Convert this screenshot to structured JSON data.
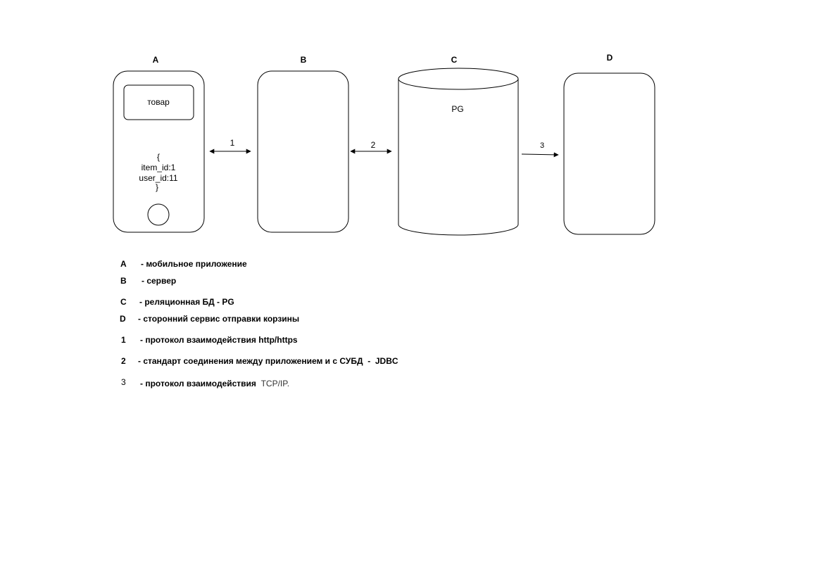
{
  "nodes": {
    "a": {
      "label": "A",
      "card_text": "товар",
      "payload_lines": [
        "{",
        "item_id:1",
        "user_id:11",
        "}"
      ]
    },
    "b": {
      "label": "B"
    },
    "c": {
      "label": "C",
      "inner_text": "PG"
    },
    "d": {
      "label": "D"
    }
  },
  "edges": [
    {
      "label": "1",
      "from": "A",
      "to": "B",
      "direction": "both"
    },
    {
      "label": "2",
      "from": "B",
      "to": "C",
      "direction": "both"
    },
    {
      "label": "3",
      "from": "C",
      "to": "D",
      "direction": "forward"
    }
  ],
  "legend": [
    {
      "key": "A",
      "desc": "- мобильное приложение",
      "tail": ""
    },
    {
      "key": "B",
      "desc": "- сервер",
      "tail": ""
    },
    {
      "key": "C",
      "desc": "- реляционная БД - PG",
      "tail": ""
    },
    {
      "key": "D",
      "desc": "- сторонний сервис отправки корзины",
      "tail": ""
    },
    {
      "key": "1",
      "desc": "- протокол взаимодействия http/https",
      "tail": ""
    },
    {
      "key": "2",
      "desc": "- стандарт соединения между приложением и с СУБД  -  JDBC",
      "tail": ""
    },
    {
      "key": "3",
      "desc": "- протокол взаимодействия  ",
      "tail": "TCP/IP."
    }
  ],
  "colors": {
    "stroke": "#000000",
    "background": "#ffffff",
    "tail_text": "#333333"
  }
}
